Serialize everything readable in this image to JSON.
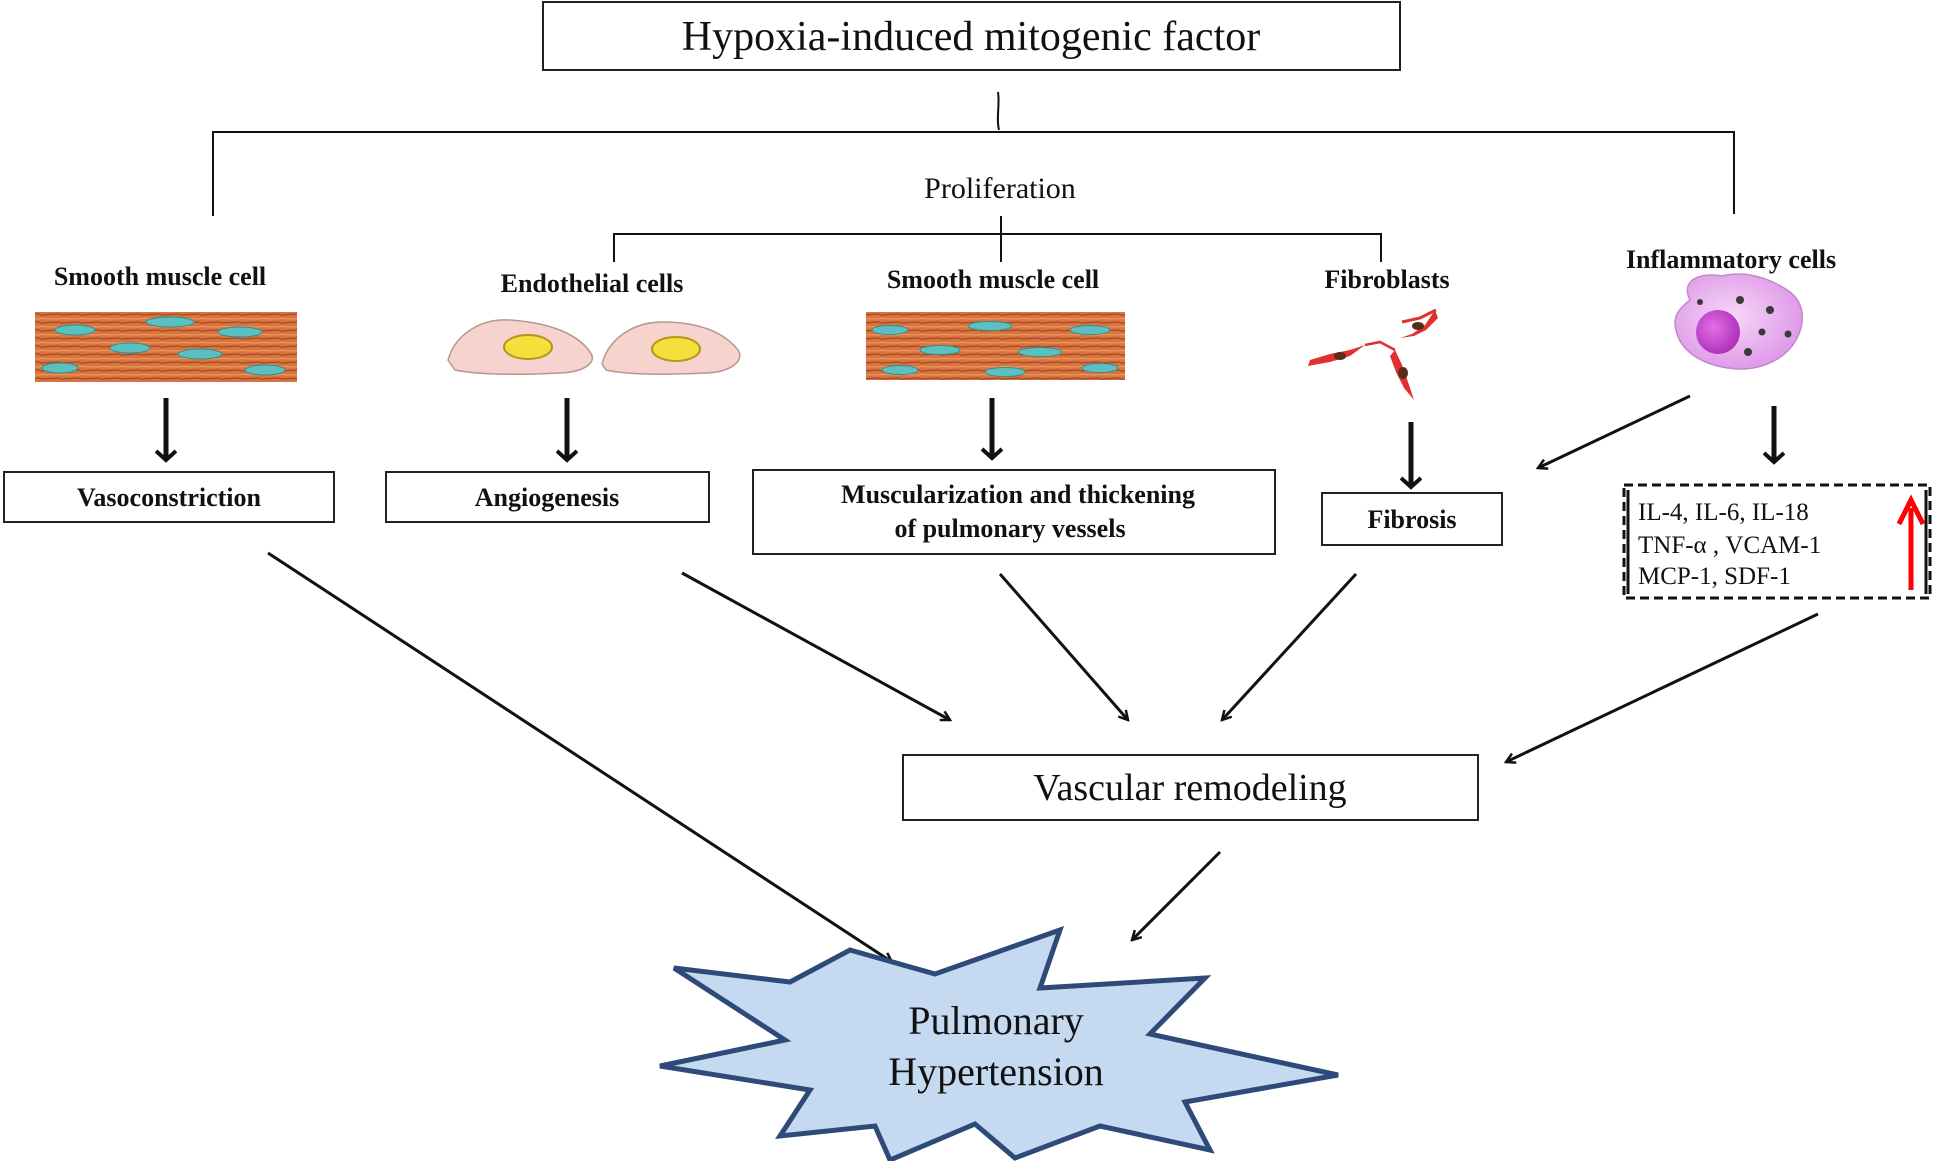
{
  "diagram": {
    "title": "Hypoxia-induced mitogenic factor",
    "proliferation": "Proliferation",
    "cells": {
      "smooth_muscle_left": "Smooth muscle cell",
      "endothelial": "Endothelial cells",
      "smooth_muscle_center": "Smooth muscle cell",
      "fibroblasts": "Fibroblasts",
      "inflammatory": "Inflammatory cells"
    },
    "effects": {
      "vasoconstriction": "Vasoconstriction",
      "angiogenesis": "Angiogenesis",
      "muscularization_line1": "Muscularization and thickening",
      "muscularization_line2": "of pulmonary vessels",
      "fibrosis": "Fibrosis"
    },
    "cytokines": {
      "line1": "IL-4, IL-6, IL-18",
      "line2": "TNF-α , VCAM-1",
      "line3": "MCP-1, SDF-1"
    },
    "vascular_remodeling": "Vascular remodeling",
    "outcome": {
      "line1": "Pulmonary",
      "line2": "Hypertension"
    },
    "colors": {
      "muscle_tissue": "#d9743f",
      "muscle_nucleus": "#5cc0c0",
      "endothelial_body": "#f6d3cc",
      "endothelial_nucleus": "#f4e03a",
      "fibroblast": "#e23030",
      "inflammatory_cell": "#e7a8ee",
      "upregulation_arrow": "#ff0000",
      "starburst_fill": "#c5d9f0",
      "starburst_stroke": "#2e4a78"
    }
  }
}
